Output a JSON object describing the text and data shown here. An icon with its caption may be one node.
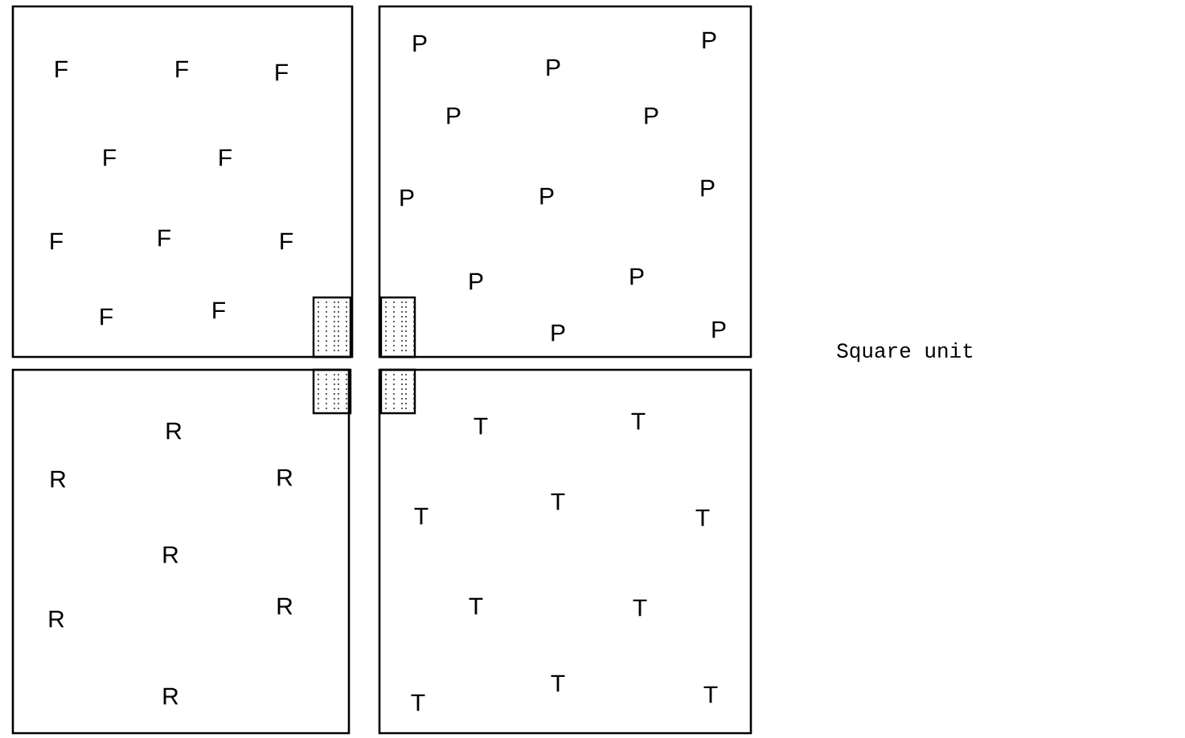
{
  "diagram": {
    "nodes": [
      {
        "text": [
          "F",
          "F",
          "F",
          "F",
          "F",
          "F",
          "F",
          "F",
          "F",
          "F"
        ]
      },
      {
        "text": [
          "P",
          "P",
          "P",
          "P",
          "P",
          "P",
          "P",
          "P",
          "P",
          "P",
          "P",
          "P"
        ]
      },
      {
        "text": [
          "R",
          "R",
          "R",
          "R",
          "R",
          "R",
          "R"
        ]
      },
      {
        "text": [
          "T",
          "T",
          "T",
          "T",
          "T",
          "T",
          "T",
          "T",
          "T",
          "T"
        ]
      }
    ],
    "labels": [
      "Square unit"
    ]
  }
}
